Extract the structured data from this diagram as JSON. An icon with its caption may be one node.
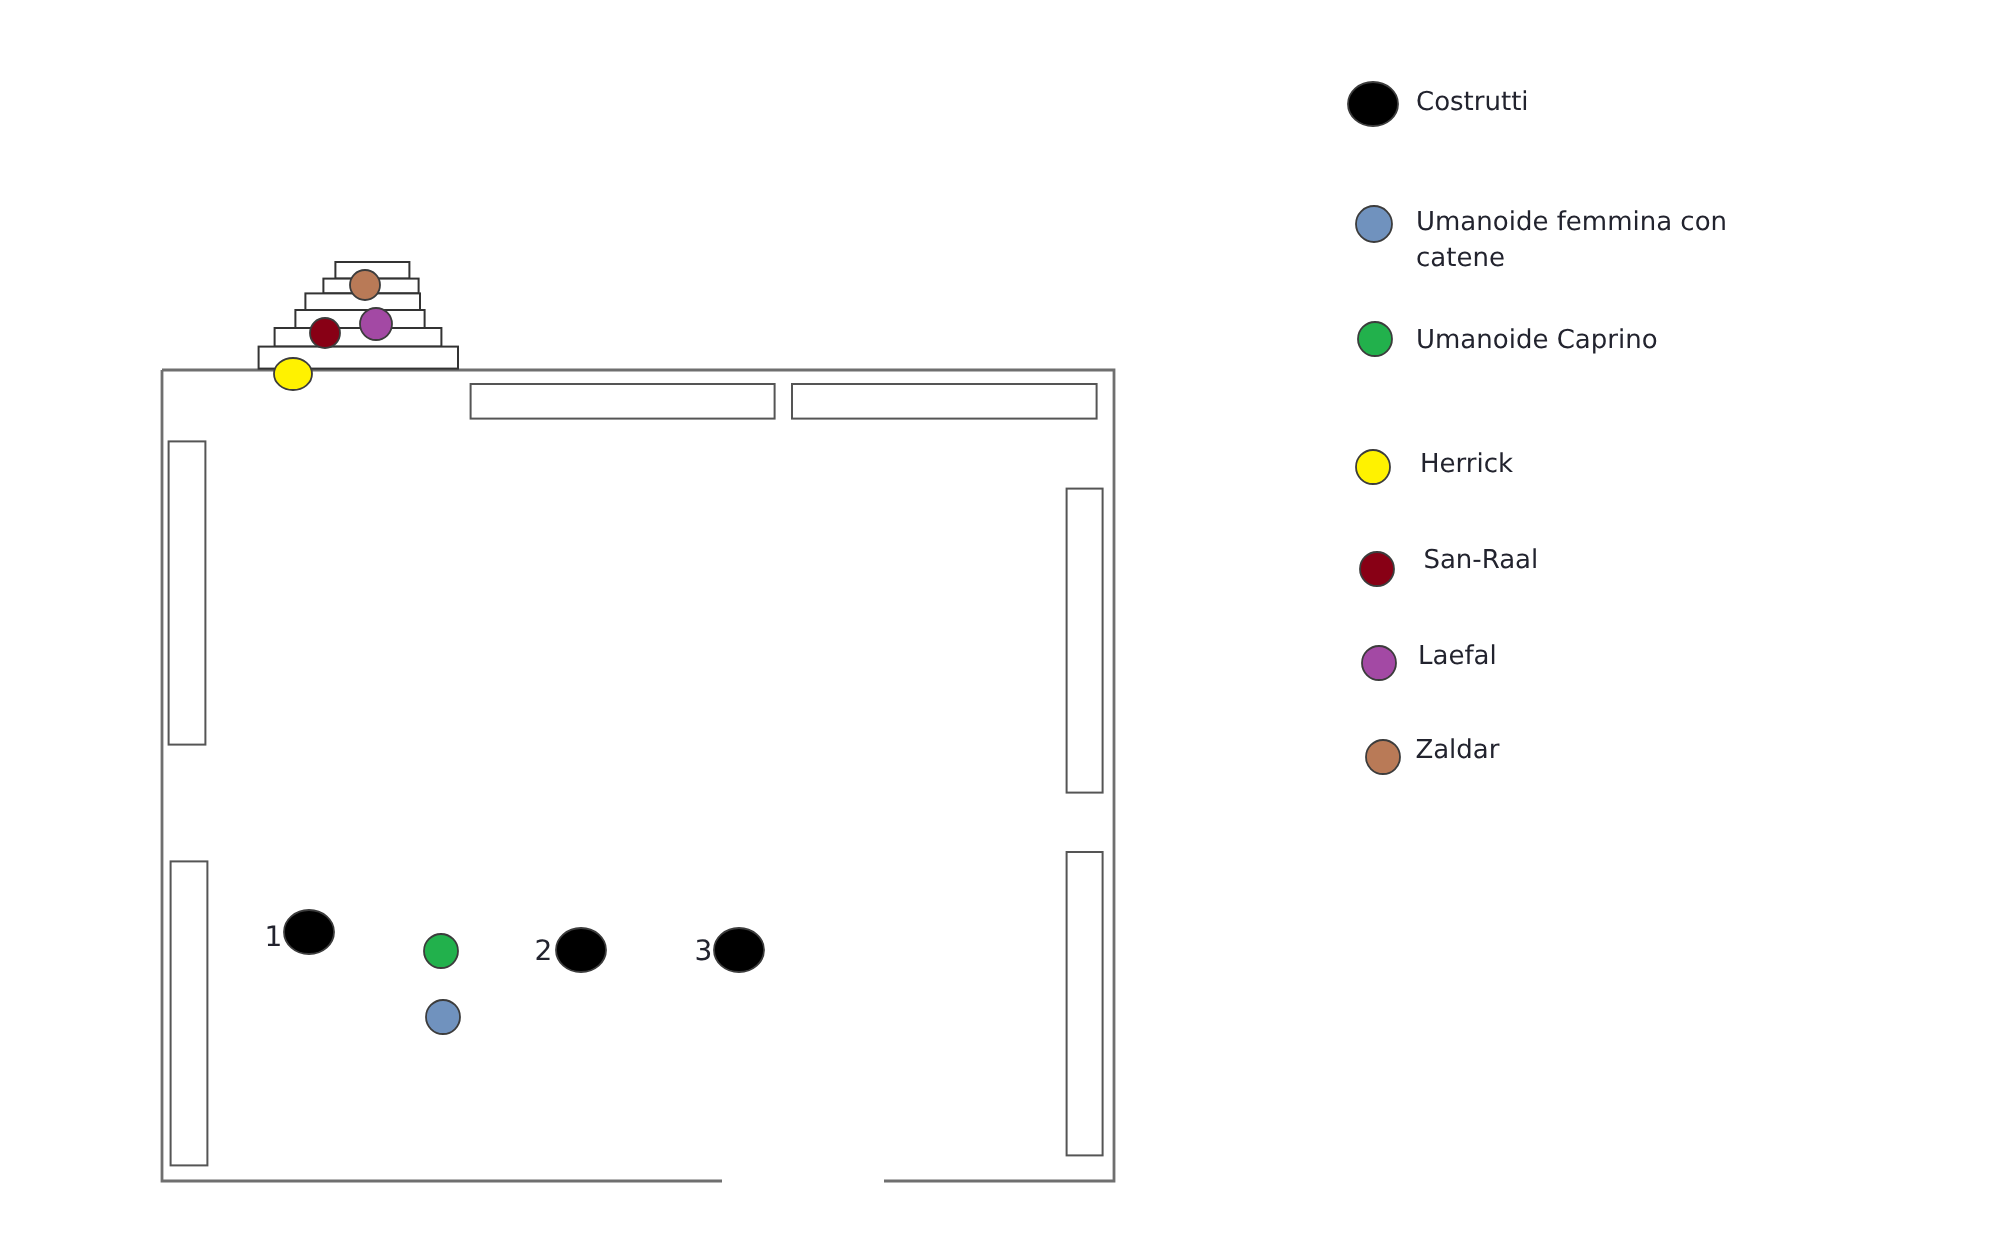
{
  "diagram": {
    "labels": [
      "1",
      "2",
      "3"
    ],
    "legend": [
      {
        "text": "Costrutti",
        "color": "#000000"
      },
      {
        "text": "Umanoide femmina con catene",
        "color": "#7092be"
      },
      {
        "text": "Umanoide Caprino",
        "color": "#22b14c"
      },
      {
        "text": "Herrick",
        "color": "#fff200"
      },
      {
        "text": "San-Raal",
        "color": "#880015"
      },
      {
        "text": "Laefal",
        "color": "#a349a4"
      },
      {
        "text": "Zaldar",
        "color": "#b97a57"
      }
    ]
  }
}
